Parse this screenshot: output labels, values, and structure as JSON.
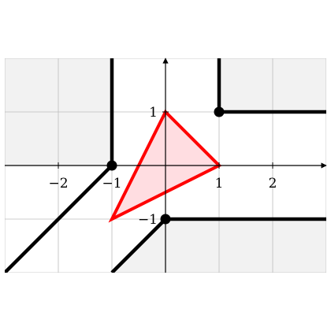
{
  "chart_data": {
    "type": "diagram",
    "title": "",
    "xlabel": "",
    "ylabel": "",
    "xlim": [
      -3,
      3
    ],
    "ylim": [
      -2,
      2
    ],
    "grid": true,
    "x_ticks": [
      {
        "value": -2,
        "label": "−2"
      },
      {
        "value": -1,
        "label": "−1"
      },
      {
        "value": 1,
        "label": "1"
      },
      {
        "value": 2,
        "label": "2"
      }
    ],
    "y_ticks": [
      {
        "value": 1,
        "label": "1"
      },
      {
        "value": -1,
        "label": "−1"
      }
    ],
    "shaded_regions": [
      {
        "name": "region-upper-left",
        "points": [
          [
            -3,
            0
          ],
          [
            -1,
            0
          ],
          [
            -1,
            2
          ],
          [
            -3,
            2
          ]
        ]
      },
      {
        "name": "region-upper-right",
        "points": [
          [
            1,
            1
          ],
          [
            3,
            1
          ],
          [
            3,
            2
          ],
          [
            1,
            2
          ]
        ]
      },
      {
        "name": "region-lower-right",
        "points": [
          [
            -1,
            -2
          ],
          [
            0,
            -1
          ],
          [
            3,
            -1
          ],
          [
            3,
            -2
          ]
        ]
      }
    ],
    "boundary_curves": [
      {
        "name": "boundary-upper-left",
        "points": [
          [
            -1,
            2
          ],
          [
            -1,
            0
          ],
          [
            -3,
            -2
          ]
        ]
      },
      {
        "name": "boundary-upper-right",
        "points": [
          [
            1,
            2
          ],
          [
            1,
            1
          ],
          [
            3,
            1
          ]
        ]
      },
      {
        "name": "boundary-lower",
        "points": [
          [
            -1,
            -2
          ],
          [
            0,
            -1
          ],
          [
            3,
            -1
          ]
        ]
      }
    ],
    "vertices": [
      [
        -1,
        0
      ],
      [
        1,
        1
      ],
      [
        0,
        -1
      ]
    ],
    "triangle": {
      "points": [
        [
          0,
          1
        ],
        [
          1,
          0
        ],
        [
          -1,
          -1
        ]
      ],
      "stroke": "#ff0000",
      "fill": "#ffdde1"
    },
    "colors": {
      "region_fill": "#f2f2f2",
      "grid": "#bdbdbd",
      "boundary": "#000000",
      "axis": "#000000"
    }
  }
}
